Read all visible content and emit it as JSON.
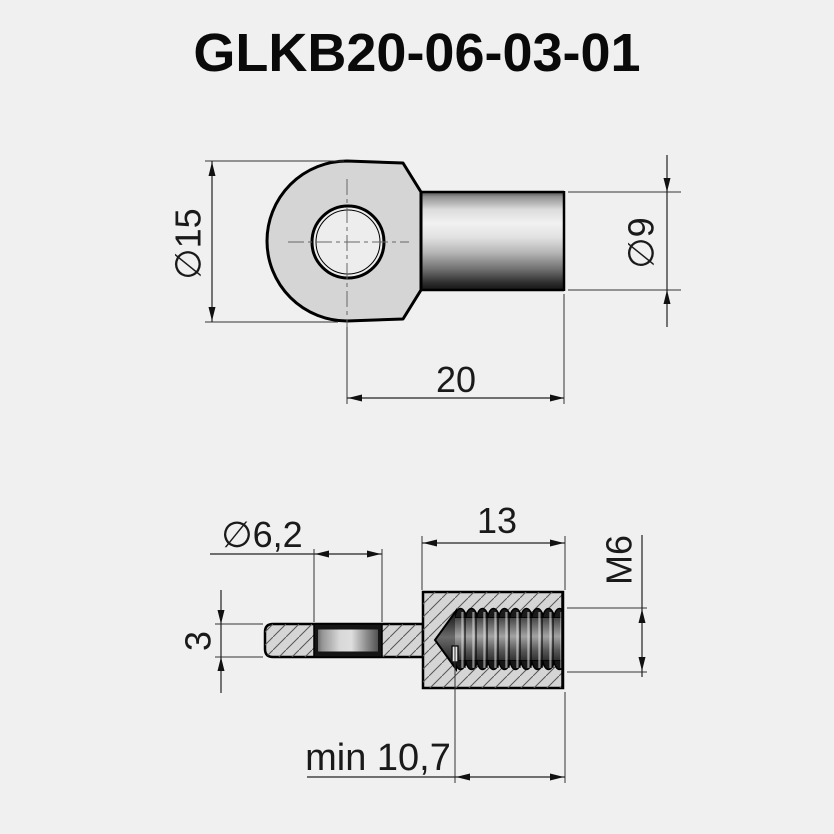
{
  "title": "GLKB20-06-03-01",
  "front_view": {
    "outer_diameter": "∅15",
    "shaft_diameter": "∅9",
    "shaft_length": "20"
  },
  "section_view": {
    "eye_hole_diameter": "∅6,2",
    "body_length": "13",
    "thread_size": "M6",
    "eye_thickness": "3",
    "thread_depth": "min 10,7"
  },
  "colors": {
    "background": "#f0f0f0",
    "part_fill": "#d5d5d5",
    "outline": "#000000",
    "thread_dark": "#1a1a1a",
    "dimension_text": "#1a1a1a"
  }
}
